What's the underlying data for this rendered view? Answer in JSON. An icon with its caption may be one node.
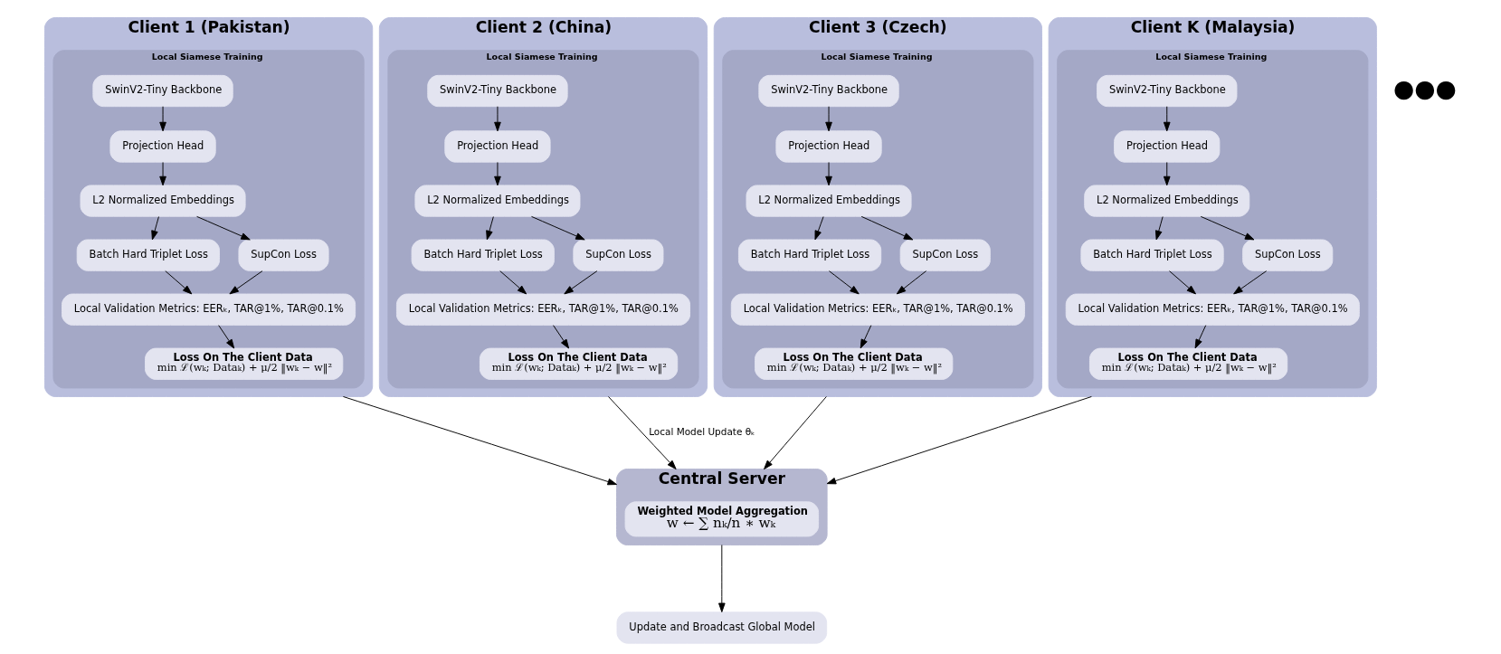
{
  "diagram": {
    "nodes": [
      {
        "text": [
          "Client 1 (Pakistan)"
        ]
      },
      {
        "text": [
          "Local Siamese Training"
        ],
        "in": 0
      },
      {
        "text": [
          "SwinV2-Tiny Backbone"
        ],
        "in": 1
      },
      {
        "text": [
          "Projection Head"
        ],
        "in": 1
      },
      {
        "text": [
          "L2 Normalized Embeddings"
        ],
        "in": 1
      },
      {
        "text": [
          "Batch Hard Triplet Loss"
        ],
        "in": 1
      },
      {
        "text": [
          "SupCon Loss"
        ],
        "in": 1
      },
      {
        "text": [
          "Local Validation Metrics: EERₖ, TAR@1%, TAR@0.1%"
        ],
        "in": 1
      },
      {
        "text": [
          "Loss On The Client Data",
          "min ℒ(wₖ; Dataₖ) + μ/2 ‖wₖ − w‖²"
        ],
        "in": 1
      },
      {
        "text": [
          "Client 2 (China)"
        ]
      },
      {
        "text": [
          "Local Siamese Training"
        ],
        "in": 9
      },
      {
        "text": [
          "SwinV2-Tiny Backbone"
        ],
        "in": 10
      },
      {
        "text": [
          "Projection Head"
        ],
        "in": 10
      },
      {
        "text": [
          "L2 Normalized Embeddings"
        ],
        "in": 10
      },
      {
        "text": [
          "Batch Hard Triplet Loss"
        ],
        "in": 10
      },
      {
        "text": [
          "SupCon Loss"
        ],
        "in": 10
      },
      {
        "text": [
          "Local Validation Metrics: EERₖ, TAR@1%, TAR@0.1%"
        ],
        "in": 10
      },
      {
        "text": [
          "Loss On The Client Data",
          "min ℒ(wₖ; Dataₖ) + μ/2 ‖wₖ − w‖²"
        ],
        "in": 10
      },
      {
        "text": [
          "Client 3 (Czech)"
        ]
      },
      {
        "text": [
          "Local Siamese Training"
        ],
        "in": 18
      },
      {
        "text": [
          "SwinV2-Tiny Backbone"
        ],
        "in": 19
      },
      {
        "text": [
          "Projection Head"
        ],
        "in": 19
      },
      {
        "text": [
          "L2 Normalized Embeddings"
        ],
        "in": 19
      },
      {
        "text": [
          "Batch Hard Triplet Loss"
        ],
        "in": 19
      },
      {
        "text": [
          "SupCon Loss"
        ],
        "in": 19
      },
      {
        "text": [
          "Local Validation Metrics: EERₖ, TAR@1%, TAR@0.1%"
        ],
        "in": 19
      },
      {
        "text": [
          "Loss On The Client Data",
          "min ℒ(wₖ; Dataₖ) + μ/2 ‖wₖ − w‖²"
        ],
        "in": 19
      },
      {
        "text": [
          "Client K (Malaysia)"
        ]
      },
      {
        "text": [
          "Local Siamese Training"
        ],
        "in": 27
      },
      {
        "text": [
          "SwinV2-Tiny Backbone"
        ],
        "in": 28
      },
      {
        "text": [
          "Projection Head"
        ],
        "in": 28
      },
      {
        "text": [
          "L2 Normalized Embeddings"
        ],
        "in": 28
      },
      {
        "text": [
          "Batch Hard Triplet Loss"
        ],
        "in": 28
      },
      {
        "text": [
          "SupCon Loss"
        ],
        "in": 28
      },
      {
        "text": [
          "Local Validation Metrics: EERₖ, TAR@1%, TAR@0.1%"
        ],
        "in": 28
      },
      {
        "text": [
          "Loss On The Client Data",
          "min ℒ(wₖ; Dataₖ) + μ/2 ‖wₖ − w‖²"
        ],
        "in": 28
      },
      {
        "text": [
          "Central Server"
        ]
      },
      {
        "text": [
          "Weighted Model Aggregation",
          "w ← ∑ nₖ/n ∗ wₖ"
        ],
        "in": 36
      },
      {
        "text": [
          "Update and Broadcast Global Model"
        ]
      }
    ],
    "edges": [
      {
        "from": 2,
        "to": 3,
        "arrow": "to"
      },
      {
        "from": 3,
        "to": 4,
        "arrow": "to"
      },
      {
        "from": 4,
        "to": 5,
        "arrow": "to"
      },
      {
        "from": 4,
        "to": 6,
        "arrow": "to"
      },
      {
        "from": 5,
        "to": 7,
        "arrow": "to"
      },
      {
        "from": 6,
        "to": 7,
        "arrow": "to"
      },
      {
        "from": 7,
        "to": 8,
        "arrow": "to"
      },
      {
        "from": 11,
        "to": 12,
        "arrow": "to"
      },
      {
        "from": 12,
        "to": 13,
        "arrow": "to"
      },
      {
        "from": 13,
        "to": 14,
        "arrow": "to"
      },
      {
        "from": 13,
        "to": 15,
        "arrow": "to"
      },
      {
        "from": 14,
        "to": 16,
        "arrow": "to"
      },
      {
        "from": 15,
        "to": 16,
        "arrow": "to"
      },
      {
        "from": 16,
        "to": 17,
        "arrow": "to"
      },
      {
        "from": 20,
        "to": 21,
        "arrow": "to"
      },
      {
        "from": 21,
        "to": 22,
        "arrow": "to"
      },
      {
        "from": 22,
        "to": 23,
        "arrow": "to"
      },
      {
        "from": 22,
        "to": 24,
        "arrow": "to"
      },
      {
        "from": 23,
        "to": 25,
        "arrow": "to"
      },
      {
        "from": 24,
        "to": 25,
        "arrow": "to"
      },
      {
        "from": 25,
        "to": 26,
        "arrow": "to"
      },
      {
        "from": 29,
        "to": 30,
        "arrow": "to"
      },
      {
        "from": 30,
        "to": 31,
        "arrow": "to"
      },
      {
        "from": 31,
        "to": 32,
        "arrow": "to"
      },
      {
        "from": 31,
        "to": 33,
        "arrow": "to"
      },
      {
        "from": 32,
        "to": 34,
        "arrow": "to"
      },
      {
        "from": 33,
        "to": 34,
        "arrow": "to"
      },
      {
        "from": 34,
        "to": 35,
        "arrow": "to"
      },
      {
        "from": 0,
        "to": 36,
        "arrow": "to"
      },
      {
        "from": 9,
        "to": 36,
        "arrow": "to",
        "label": "Local Model Update θₖ"
      },
      {
        "from": 18,
        "to": 36,
        "arrow": "to"
      },
      {
        "from": 27,
        "to": 36,
        "arrow": "to"
      },
      {
        "from": 36,
        "to": 38,
        "arrow": "to"
      }
    ],
    "labels": [
      "●●●"
    ]
  }
}
